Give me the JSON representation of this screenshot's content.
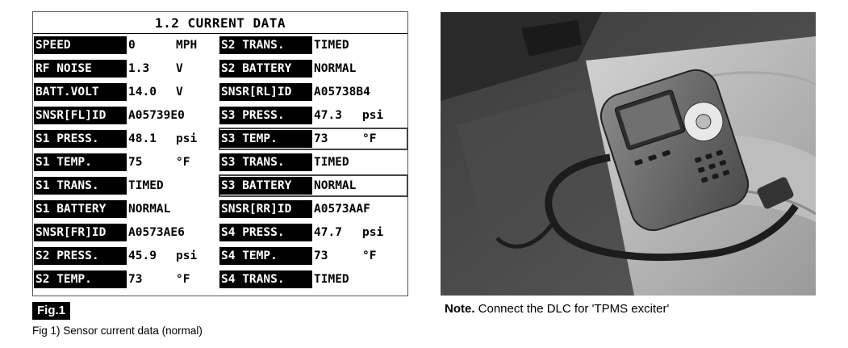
{
  "panel": {
    "title": "1.2 CURRENT DATA",
    "rows": [
      {
        "left": {
          "label": "SPEED",
          "value": "0",
          "unit": "MPH"
        },
        "right": {
          "label": "S2 TRANS.",
          "value": "TIMED",
          "unit": ""
        }
      },
      {
        "left": {
          "label": "RF NOISE",
          "value": "1.3",
          "unit": "V"
        },
        "right": {
          "label": "S2 BATTERY",
          "value": "NORMAL",
          "unit": ""
        }
      },
      {
        "left": {
          "label": "BATT.VOLT",
          "value": "14.0",
          "unit": "V"
        },
        "right": {
          "label": "SNSR[RL]ID",
          "value": "A05738B4",
          "unit": ""
        }
      },
      {
        "left": {
          "label": "SNSR[FL]ID",
          "value": "A05739E0",
          "unit": ""
        },
        "right": {
          "label": "S3 PRESS.",
          "value": "47.3",
          "unit": "psi"
        }
      },
      {
        "left": {
          "label": "S1 PRESS.",
          "value": "48.1",
          "unit": "psi"
        },
        "right": {
          "label": "S3 TEMP.",
          "value": "73",
          "unit": "°F"
        }
      },
      {
        "left": {
          "label": "S1 TEMP.",
          "value": "75",
          "unit": "°F"
        },
        "right": {
          "label": "S3 TRANS.",
          "value": "TIMED",
          "unit": ""
        }
      },
      {
        "left": {
          "label": "S1 TRANS.",
          "value": "TIMED",
          "unit": ""
        },
        "right": {
          "label": "S3 BATTERY",
          "value": "NORMAL",
          "unit": ""
        }
      },
      {
        "left": {
          "label": "S1 BATTERY",
          "value": "NORMAL",
          "unit": ""
        },
        "right": {
          "label": "SNSR[RR]ID",
          "value": "A0573AAF",
          "unit": ""
        }
      },
      {
        "left": {
          "label": "SNSR[FR]ID",
          "value": "A0573AE6",
          "unit": ""
        },
        "right": {
          "label": "S4 PRESS.",
          "value": "47.7",
          "unit": "psi"
        }
      },
      {
        "left": {
          "label": "S2 PRESS.",
          "value": "45.9",
          "unit": "psi"
        },
        "right": {
          "label": "S4 TEMP.",
          "value": "73",
          "unit": "°F"
        }
      },
      {
        "left": {
          "label": "S2 TEMP.",
          "value": "73",
          "unit": "°F"
        },
        "right": {
          "label": "S4 TRANS.",
          "value": "TIMED",
          "unit": ""
        }
      }
    ]
  },
  "figure": {
    "label": "Fig.1",
    "caption": "Fig 1) Sensor current data (normal)"
  },
  "note": {
    "prefix": "Note.",
    "text": " Connect the DLC for 'TPMS exciter'"
  }
}
